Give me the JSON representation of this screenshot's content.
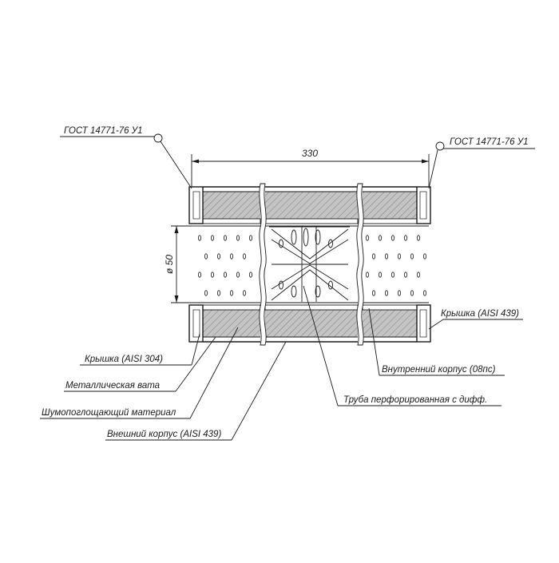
{
  "labels": {
    "gost_left": "ГОСТ 14771-76 У1",
    "gost_right": "ГОСТ 14771-76 У1",
    "dim_length": "330",
    "dim_diameter": "ø 50",
    "cap_right": "Крышка (AISI 439)",
    "cap_left": "Крышка (AISI 304)",
    "inner_body": "Внутренний корпус (08пс)",
    "metal_wool": "Металлическая вата",
    "perforated_pipe": "Труба перфорированная с дифф.",
    "sound_absorbing": "Шумопоглощающий материал",
    "outer_body": "Внешний корпус (AISI 439)"
  },
  "colors": {
    "line": "#1a1a1a",
    "fill_insulation": "#b8b8b8",
    "background": "#ffffff"
  }
}
